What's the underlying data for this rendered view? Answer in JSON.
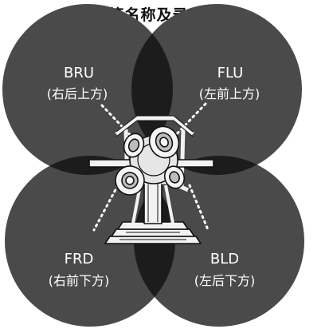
{
  "title": "话筒名称及录音区域",
  "colors": {
    "zone_fill": "#4a4a4a",
    "overlap_fill": "#1c1c1c",
    "label_text": "#ffffff",
    "background": "#ffffff"
  },
  "zones": [
    {
      "code": "BRU",
      "desc": "(右后上方)"
    },
    {
      "code": "FLU",
      "desc": "(左前上方)"
    },
    {
      "code": "FRD",
      "desc": "(右前下方)"
    },
    {
      "code": "BLD",
      "desc": "(左后下方)"
    }
  ]
}
